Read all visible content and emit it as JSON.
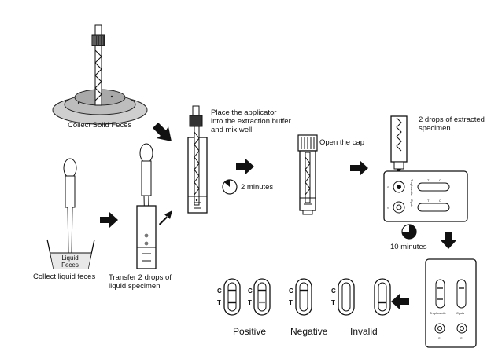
{
  "steps": {
    "collect_solid": "Collect Solid Feces",
    "collect_liquid": "Collect liquid feces",
    "liquid_label_line1": "Liquid",
    "liquid_label_line2": "Feces",
    "transfer_drops": "Transfer 2 drops of\nliquid specimen",
    "place_applicator": "Place the applicator\ninto the extraction buffer\nand mix well",
    "wait_short": "2 minutes",
    "open_cap": "Open the cap",
    "drops_extracted": "2 drops of extracted\nspecimen",
    "wait_long": "10 minutes"
  },
  "cassette": {
    "line_c": "C",
    "line_t": "T",
    "well_s": "S",
    "trophozoite": "Trophozoite",
    "cysts": "Cysts"
  },
  "results": {
    "line_c": "C",
    "line_t": "T",
    "positive": "Positive",
    "negative": "Negative",
    "invalid": "Invalid"
  },
  "colors": {
    "ink": "#111111",
    "fill_gray": "#c8c8c8",
    "dark_gray": "#7a7a7a"
  }
}
